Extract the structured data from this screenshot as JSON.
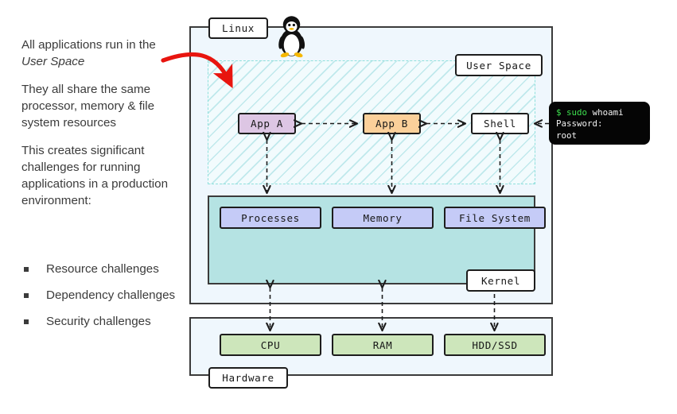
{
  "prose": {
    "paragraphs": [
      {
        "before": "All applications run in the ",
        "emphasis": "User Space",
        "after": ""
      },
      {
        "before": "They all share the same processor, memory & file system resources",
        "emphasis": "",
        "after": ""
      },
      {
        "before": "This creates significant challenges for running applications in a production environment:",
        "emphasis": "",
        "after": ""
      }
    ],
    "para_1_before": "All applications run in the ",
    "para_1_em": "User Space",
    "para_2": "They all share the same processor, memory & file system resources",
    "para_3": "This creates significant challenges for running applications in a production environment:",
    "bullets": [
      "Resource challenges",
      "Dependency challenges",
      "Security challenges"
    ],
    "bullet_0": "Resource challenges",
    "bullet_1": "Dependency challenges",
    "bullet_2": "Security challenges"
  },
  "diagram": {
    "labels": {
      "linux": "Linux",
      "user_space": "User Space",
      "kernel": "Kernel",
      "hardware": "Hardware"
    },
    "user_space_nodes": [
      {
        "id": "app-a",
        "label": "App A",
        "color": "#ddc6e4"
      },
      {
        "id": "app-b",
        "label": "App B",
        "color": "#fbd09a"
      },
      {
        "id": "shell",
        "label": "Shell",
        "color": "#ffffff"
      }
    ],
    "app_a": "App A",
    "app_b": "App B",
    "shell": "Shell",
    "kernel_nodes": [
      {
        "id": "processes",
        "label": "Processes"
      },
      {
        "id": "memory",
        "label": "Memory"
      },
      {
        "id": "filesystem",
        "label": "File System"
      }
    ],
    "processes": "Processes",
    "memory": "Memory",
    "file_system": "File System",
    "hardware_nodes": [
      {
        "id": "cpu",
        "label": "CPU"
      },
      {
        "id": "ram",
        "label": "RAM"
      },
      {
        "id": "hdd",
        "label": "HDD/SSD"
      }
    ],
    "cpu": "CPU",
    "ram": "RAM",
    "hdd_ssd": "HDD/SSD",
    "icons": {
      "mascot": "tux-penguin-icon",
      "callout": "red-curved-arrow-icon"
    },
    "colors": {
      "outer_fill": "#eff7fd",
      "outer_border": "#3b3b3b",
      "user_space_fill": "#f2fbfd",
      "user_space_border": "#8fe0dc",
      "kernel_fill": "#b5e3e3",
      "kernel_node_fill": "#c5cbf7",
      "hardware_node_fill": "#cde6bb",
      "app_a_fill": "#ddc6e4",
      "app_b_fill": "#fbd09a",
      "callout_arrow": "#e8150f",
      "terminal_bg": "#050505",
      "terminal_green": "#3ee14f"
    }
  },
  "terminal": {
    "line1_prompt": "$",
    "line1_cmd": "sudo",
    "line1_arg": "whoami",
    "line2": "Password:",
    "line3": "root"
  }
}
